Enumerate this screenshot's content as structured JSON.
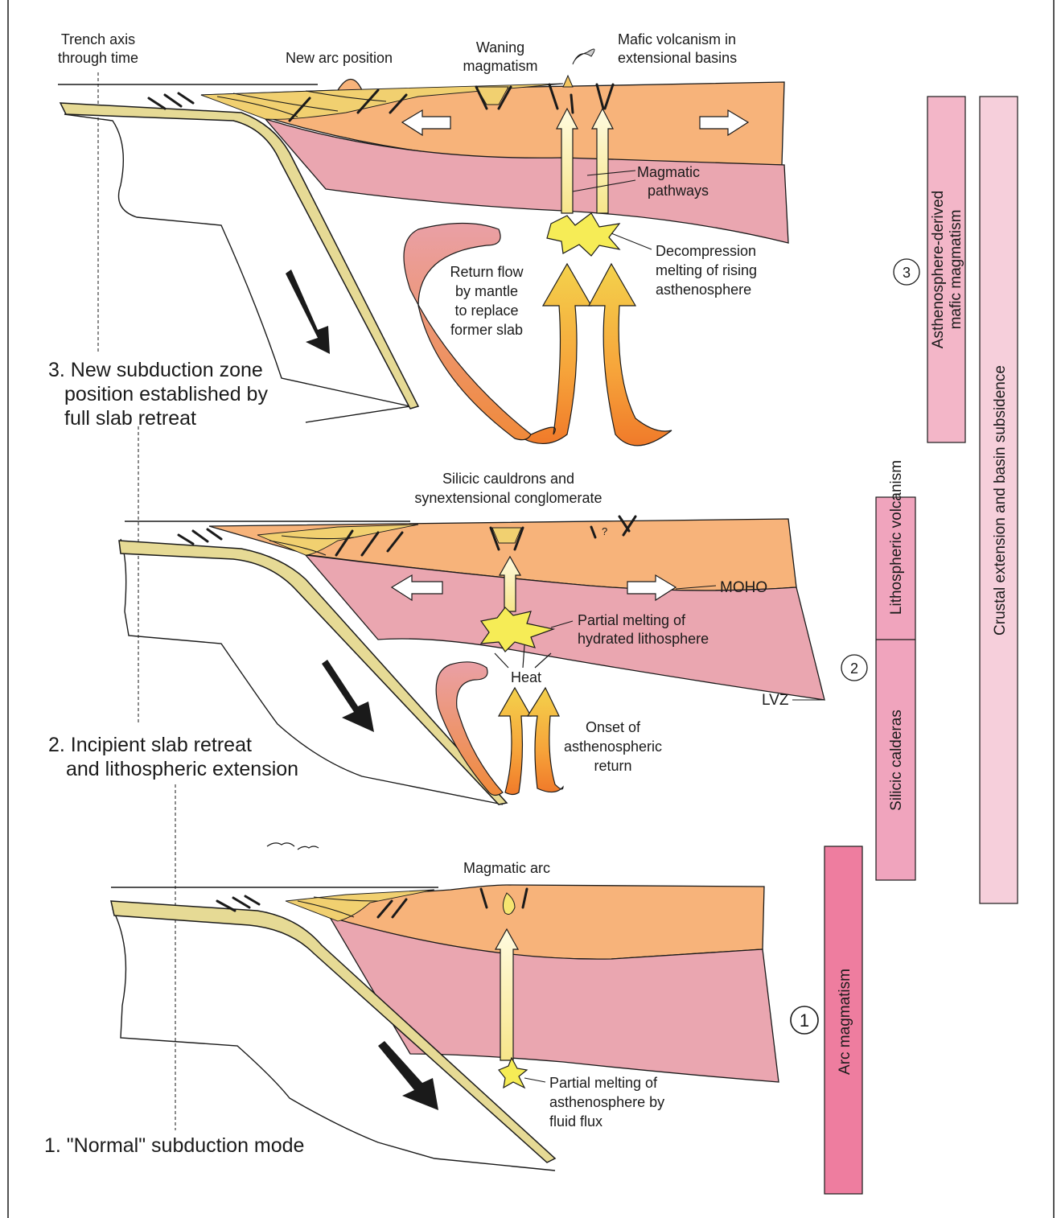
{
  "panel3": {
    "trench_axis": [
      "Trench axis",
      "through time"
    ],
    "new_arc": "New arc position",
    "waning": [
      "Waning",
      "magmatism"
    ],
    "mafic_volc": [
      "Mafic volcanism in",
      "extensional basins"
    ],
    "pathways": [
      "Magmatic",
      "pathways"
    ],
    "decompression": [
      "Decompression",
      "melting of rising",
      "asthenosphere"
    ],
    "return_flow": [
      "Return flow",
      "by mantle",
      "to replace",
      "former slab"
    ],
    "title": [
      "3. New subduction zone",
      "position established by",
      "full slab retreat"
    ]
  },
  "panel2": {
    "cauldrons": [
      "Silicic cauldrons and",
      "synextensional conglomerate"
    ],
    "question": "?",
    "moho": "MOHO",
    "partial": [
      "Partial melting of",
      "hydrated lithosphere"
    ],
    "heat": "Heat",
    "lvz": "LVZ",
    "onset": [
      "Onset of",
      "asthenospheric",
      "return"
    ],
    "title": [
      "2. Incipient slab retreat",
      "and lithospheric extension"
    ]
  },
  "panel1": {
    "arc": "Magmatic arc",
    "partial": [
      "Partial melting of",
      "asthenosphere by",
      "fluid flux"
    ],
    "title": "1. \"Normal\" subduction mode"
  },
  "bars": {
    "asthenosphere": [
      "Asthenosphere-derived",
      "mafic magmatism"
    ],
    "crustal": "Crustal extension and basin subsidence",
    "lithospheric": "Lithospheric volcanism",
    "silicic": "Silicic calderas",
    "arc": "Arc magmatism",
    "num1": "1",
    "num2": "2",
    "num3": "3"
  },
  "colors": {
    "crust": "#f7b37a",
    "mantle": "#eaa6b0",
    "slab": "#e6da95",
    "sediment": "#f1d070",
    "bar_arc": "#ee7d9f",
    "bar_mid": "#f0a4bd",
    "bar_light": "#f6cfdb"
  }
}
